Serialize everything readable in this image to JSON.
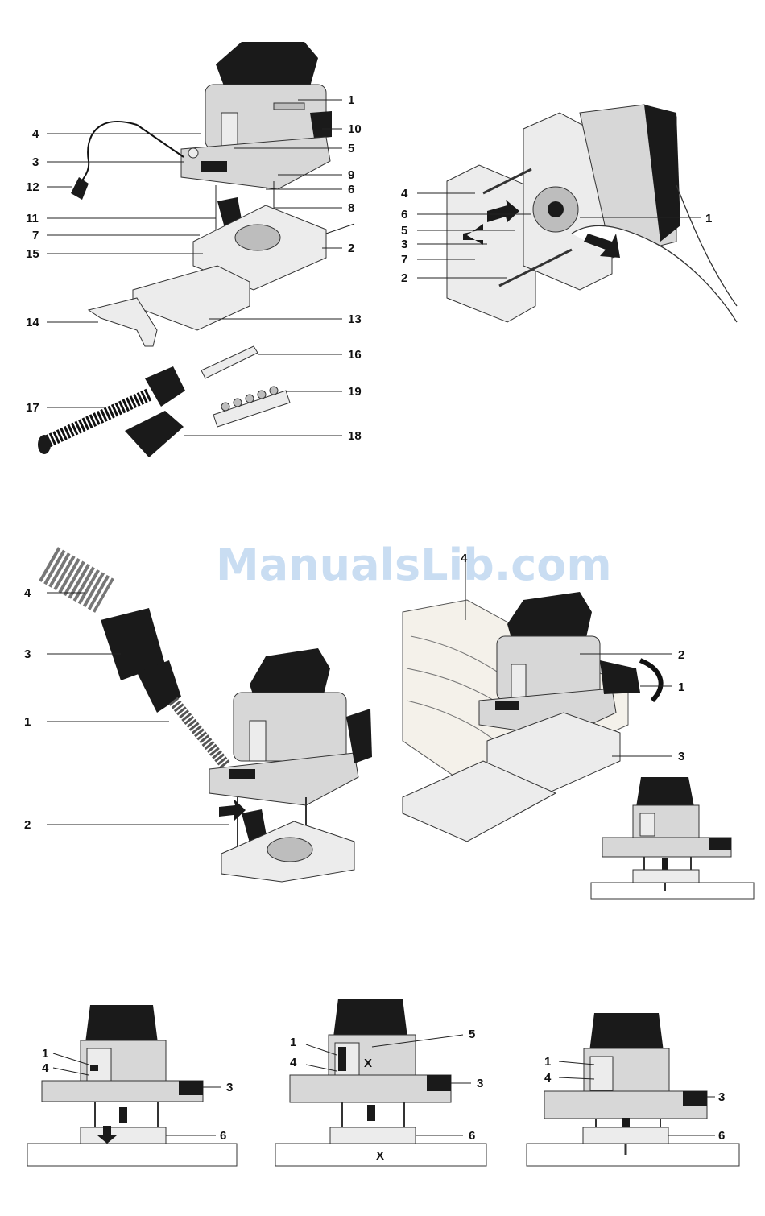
{
  "watermark": "ManualsLib.com",
  "fig1": {
    "labels_left": [
      "4",
      "3",
      "12",
      "11",
      "7",
      "15",
      "14",
      "17"
    ],
    "labels_right": [
      "1",
      "10",
      "5",
      "9",
      "6",
      "8",
      "2",
      "13",
      "16",
      "19",
      "18"
    ]
  },
  "fig2": {
    "labels_left": [
      "4",
      "6",
      "5",
      "3",
      "7",
      "2"
    ],
    "labels_right": [
      "1"
    ]
  },
  "fig3": {
    "labels_left": [
      "4",
      "3",
      "1",
      "2"
    ]
  },
  "fig4": {
    "labels": [
      "4",
      "2",
      "1",
      "3"
    ]
  },
  "fig5": {
    "labels": [
      "1",
      "4",
      "3",
      "6"
    ]
  },
  "fig6": {
    "labels": [
      "1",
      "5",
      "4",
      "3",
      "6"
    ],
    "marks": [
      "X",
      "X"
    ]
  },
  "fig7": {
    "labels": [
      "1",
      "4",
      "3",
      "6"
    ]
  }
}
